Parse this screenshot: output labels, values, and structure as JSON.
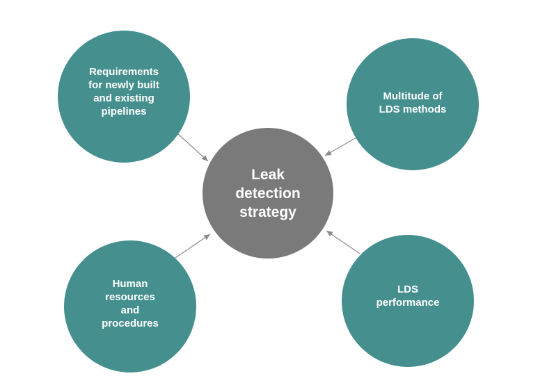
{
  "diagram": {
    "center": {
      "label": "Leak\ndetection\nstrategy",
      "color": "#7a7a7a"
    },
    "nodes": [
      {
        "id": "requirements",
        "label": "Requirements\nfor newly built\nand existing\npipelines",
        "color": "#45908f"
      },
      {
        "id": "lds-methods",
        "label": "Multitude of\nLDS methods",
        "color": "#45908f"
      },
      {
        "id": "human-resources",
        "label": "Human\nresources\nand\nprocedures",
        "color": "#45908f"
      },
      {
        "id": "lds-performance",
        "label": "LDS\nperformance",
        "color": "#45908f"
      }
    ],
    "arrow_color": "#8c8c8c",
    "edges": [
      {
        "from": "requirements",
        "to": "center"
      },
      {
        "from": "lds-methods",
        "to": "center"
      },
      {
        "from": "human-resources",
        "to": "center"
      },
      {
        "from": "lds-performance",
        "to": "center"
      }
    ]
  }
}
